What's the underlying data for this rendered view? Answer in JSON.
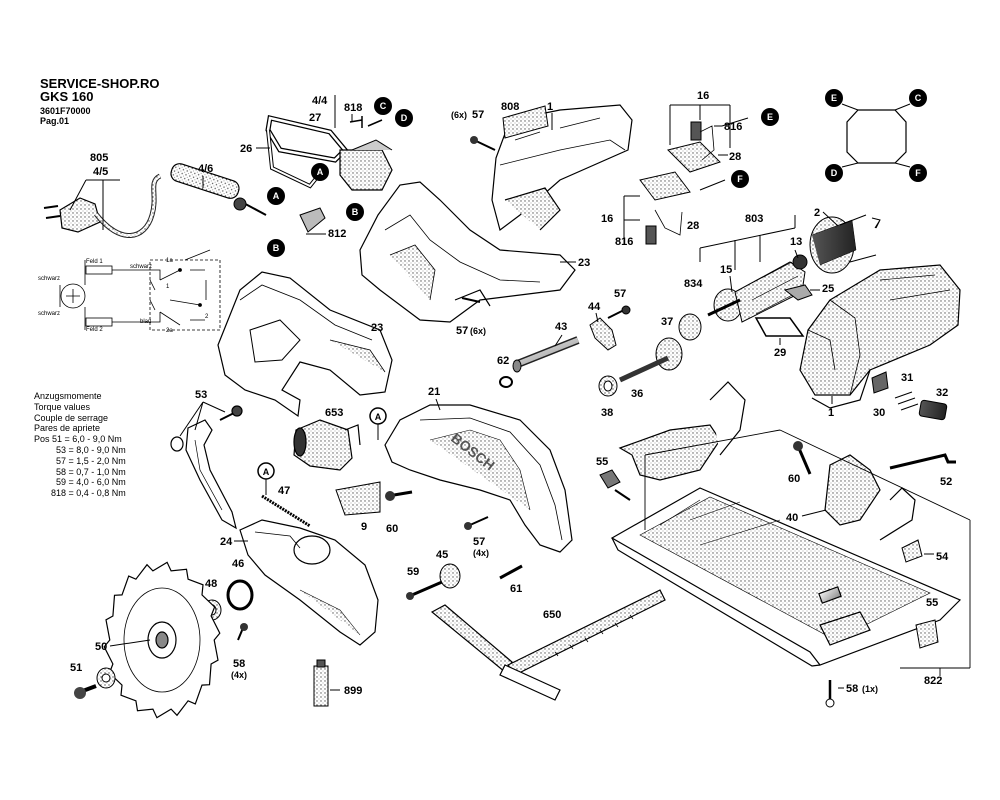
{
  "header": {
    "shop": "SERVICE-SHOP.RO",
    "model": "GKS 160",
    "part_number": "3601F70000",
    "page": "Pag.01"
  },
  "torque_table": {
    "lines": [
      "Anzugsmomente",
      "Torque values",
      "Couple de serrage",
      "Pares de apriete",
      "Pos  51 = 6,0 - 9,0 Nm",
      "53 = 8,0 - 9,0 Nm",
      "57 = 1,5 - 2,0 Nm",
      "58 = 0,7 - 1,0 Nm",
      "59 = 4,0 - 6,0 Nm",
      "818 = 0,4 - 0,8 Nm"
    ]
  },
  "wiring": {
    "field1": "Feld 1",
    "field2": "Feld 2",
    "wire_black": "schwarz",
    "wire_blue": "blau",
    "terminals": [
      "1a",
      "1",
      "2a",
      "2"
    ]
  },
  "connectors": {
    "A": "A",
    "B": "B",
    "C": "C",
    "D": "D",
    "E": "E",
    "F": "F"
  },
  "brand_text": "BOSCH",
  "parts": {
    "p805": "805",
    "p4_5": "4/5",
    "p4_6": "4/6",
    "p4_4": "4/4",
    "p818a": "818",
    "p27": "27",
    "p26": "26",
    "p812": "812",
    "p57a": "57",
    "qty6x": "(6x)",
    "p808": "808",
    "p1a": "1",
    "p23a": "23",
    "p57b": "57",
    "qty6x_b": "(6x)",
    "p16a": "16",
    "p816a": "816",
    "p28a": "28",
    "p16b": "16",
    "p816b": "816",
    "p28b": "28",
    "p803": "803",
    "p2": "2",
    "p13": "13",
    "p834": "834",
    "p15": "15",
    "p25": "25",
    "p29": "29",
    "p1b": "1",
    "p31": "31",
    "p32": "32",
    "p30": "30",
    "p23b": "23",
    "p43": "43",
    "p44": "44",
    "p57c": "57",
    "p37": "37",
    "p62": "62",
    "p38": "38",
    "p36": "36",
    "p53": "53",
    "p653": "653",
    "p21": "21",
    "p55a": "55",
    "p60a": "60",
    "p52": "52",
    "p40": "40",
    "p54": "54",
    "p47": "47",
    "p9": "9",
    "p60b": "60",
    "p57d": "57",
    "qty4x_a": "(4x)",
    "p24": "24",
    "p46": "46",
    "p48": "48",
    "p45": "45",
    "p59": "59",
    "p61": "61",
    "p650": "650",
    "p50": "50",
    "p58a": "58",
    "qty4x_b": "(4x)",
    "p51": "51",
    "p899": "899",
    "p55b": "55",
    "p822": "822",
    "p58b": "58",
    "qty1x": "(1x)"
  }
}
